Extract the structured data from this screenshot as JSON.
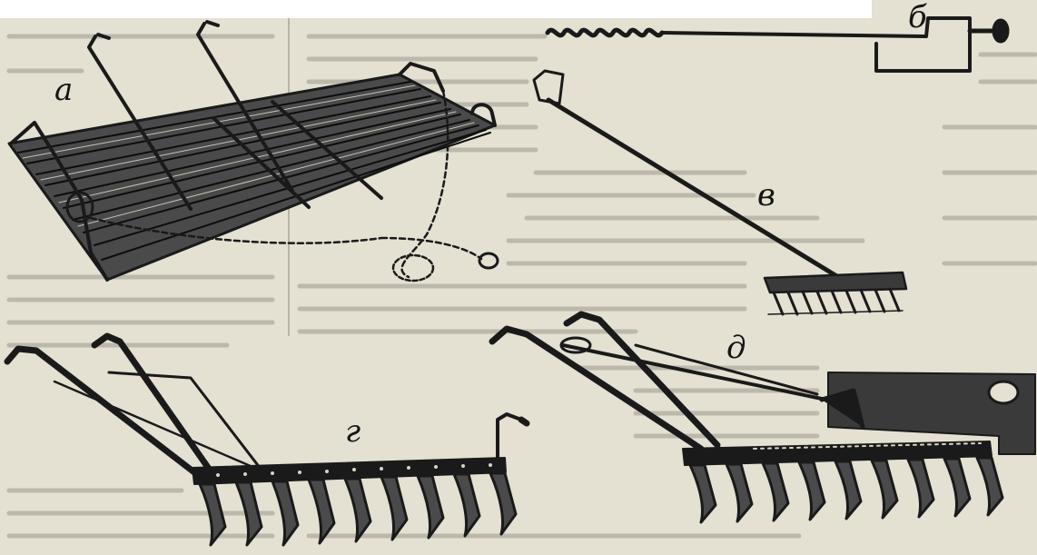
{
  "labels": {
    "a": "а",
    "b": "б",
    "v": "в",
    "g": "г",
    "d": "д"
  },
  "colors": {
    "paper": "#e4e0d2",
    "ink": "#1a1a1a",
    "mid": "#3a3a3a",
    "ghost_text": "#8c8a80",
    "white_patch": "#ffffff"
  }
}
